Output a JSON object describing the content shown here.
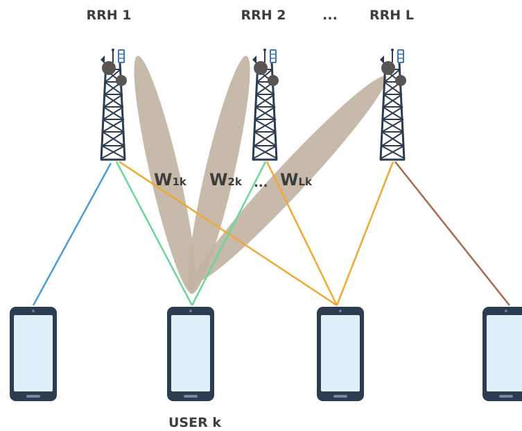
{
  "rrh_labels": {
    "rrh1": "RRH 1",
    "rrh2": "RRH 2",
    "ellipsis": "...",
    "rrhL": "RRH L"
  },
  "weights": {
    "w1": {
      "main": "W",
      "sub": "1k"
    },
    "w2": {
      "main": "W",
      "sub": "2k"
    },
    "wL": {
      "main": "W",
      "sub": "Lk"
    },
    "ellipsis": "..."
  },
  "user_label": "USER k",
  "colors": {
    "link_blue": "#4a9bd6",
    "link_green": "#6ad69a",
    "link_orange": "#f0a830",
    "link_brown": "#a86a4a",
    "beam": "#c2b3a2",
    "tower": "#2c3d52",
    "phone_body": "#2c3d52",
    "phone_screen": "#dff0fa"
  }
}
